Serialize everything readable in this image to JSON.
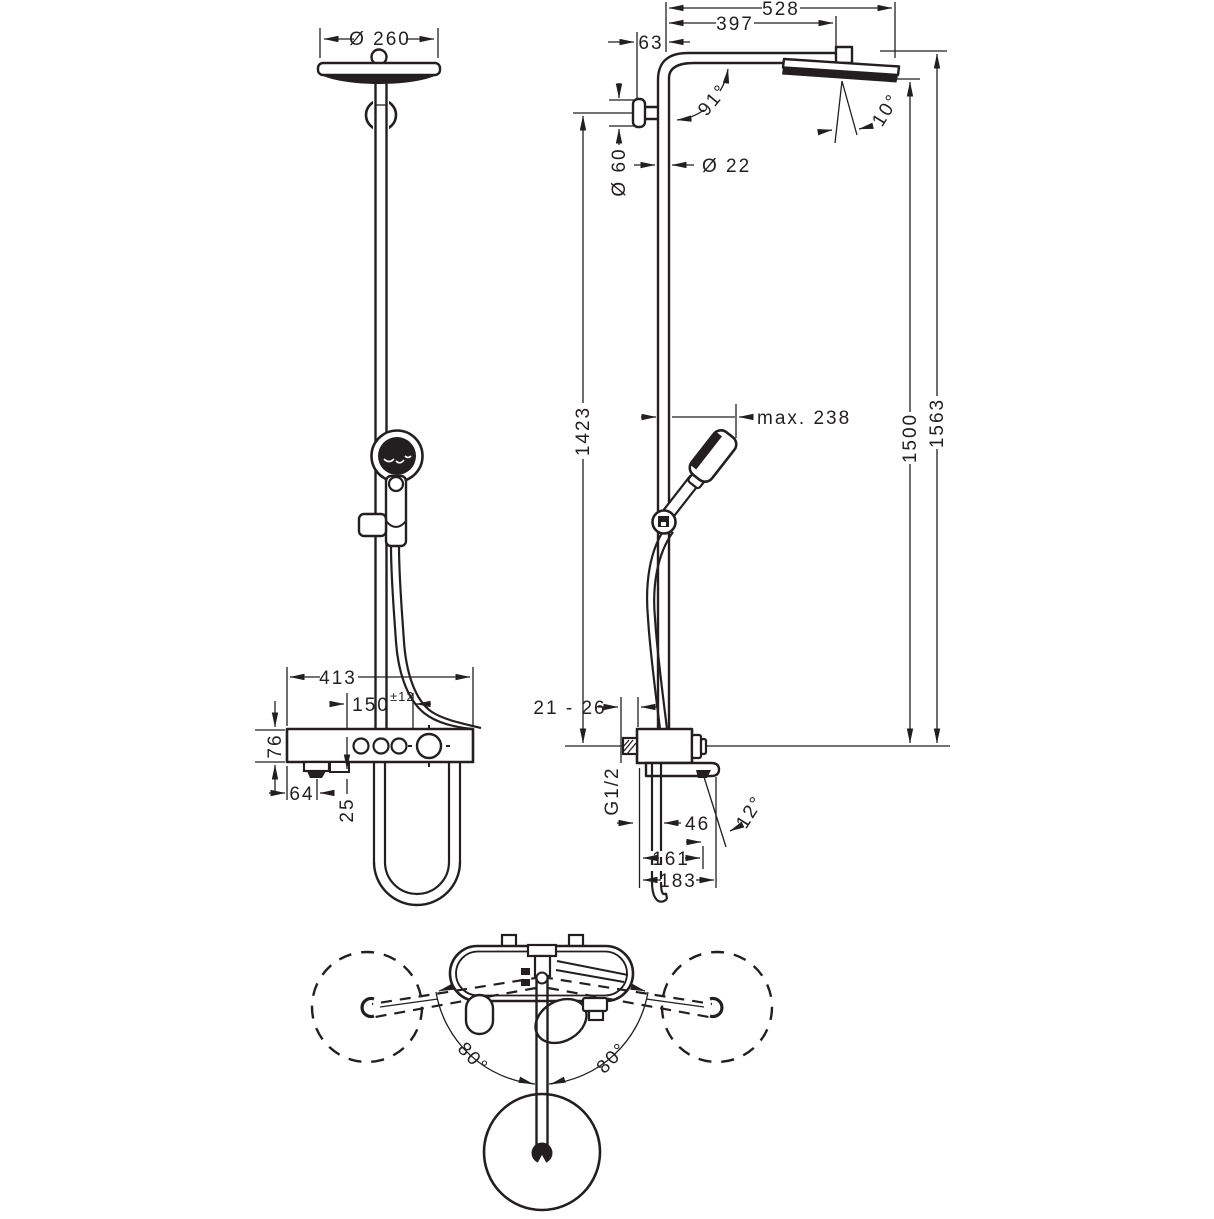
{
  "drawing": {
    "kind": "technical-dimension-drawing",
    "subject": "shower-system-with-overhead-and-hand-shower",
    "background_color": "#ffffff",
    "ink_color": "#231f20"
  },
  "front_view": {
    "head_diameter": "Ø 260",
    "valve_width": "413",
    "pipe_offset": "150",
    "pipe_offset_tolerance": "±12",
    "valve_height": "76",
    "outlet_offset": "64",
    "outlet_drop": "25"
  },
  "side_view": {
    "arm_reach_total": "528",
    "arm_length": "397",
    "wall_to_pipe": "63",
    "arm_angle": "91°",
    "head_tilt": "10°",
    "bracket_diameter": "Ø 60",
    "pipe_diameter": "Ø 22",
    "pipe_length": "1423",
    "handshower_reach": "max. 238",
    "height_head_bottom": "1500",
    "height_total": "1563",
    "wall_clearance": "21 - 26",
    "thread_size": "G1/2",
    "hose_offset": "46",
    "depth_holder": "161",
    "depth_total": "183",
    "holder_angle": "12°"
  },
  "top_view": {
    "swivel_left": "80°",
    "swivel_right": "80°"
  }
}
